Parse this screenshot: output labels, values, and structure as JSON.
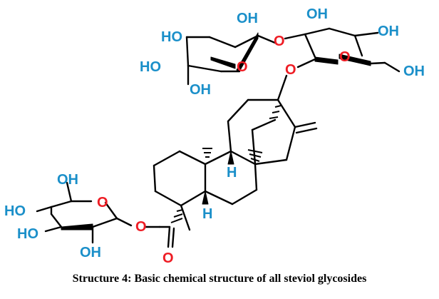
{
  "caption": "Structure 4: Basic chemical structure of all steviol glycosides",
  "colors": {
    "hydroxyl": "#1a8fc9",
    "oxygen": "#ee1c24",
    "hydrogen": "#1a8fc9",
    "bond": "#000000"
  },
  "atoms": {
    "oh": "OH",
    "ho": "HO",
    "o": "O",
    "h": "H"
  }
}
